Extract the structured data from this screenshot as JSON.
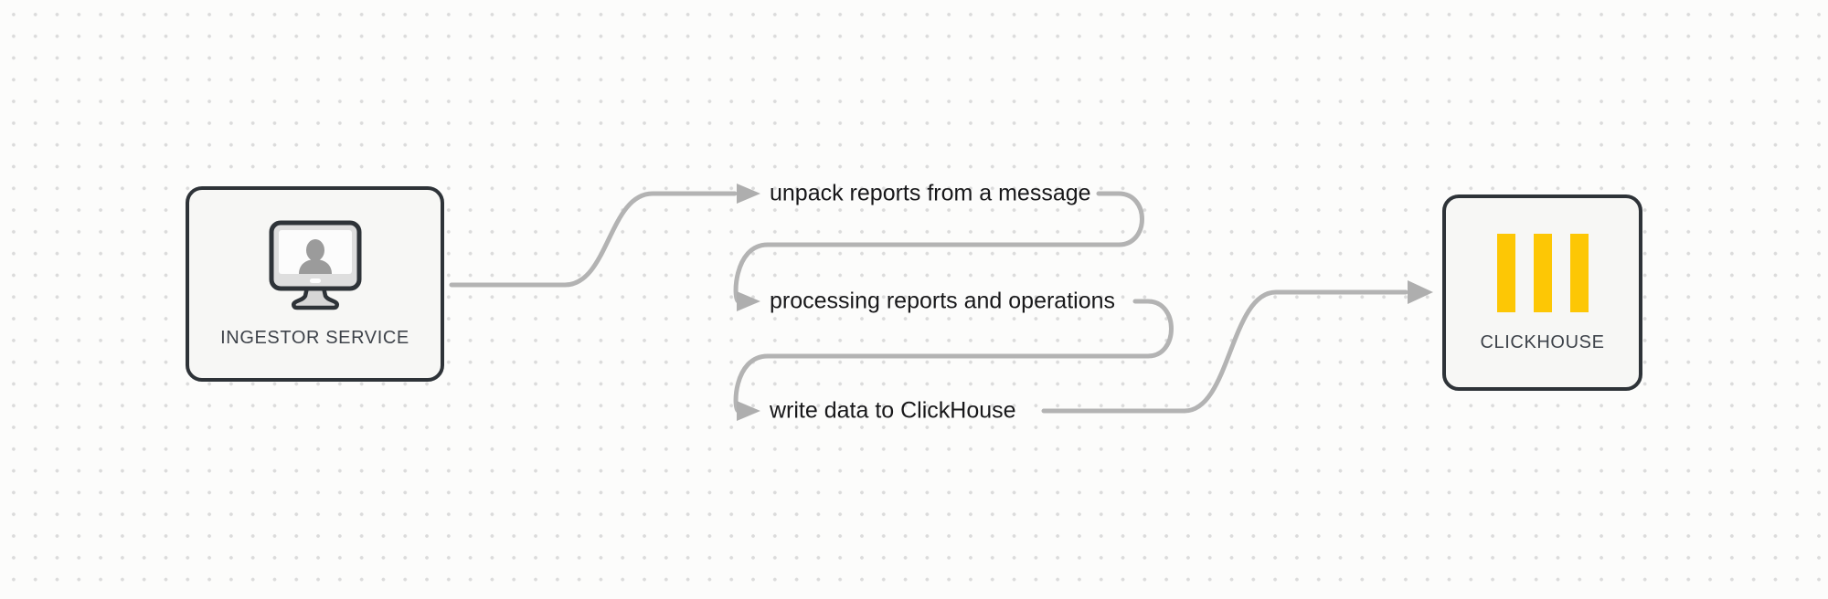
{
  "diagram": {
    "nodes": {
      "ingestor": {
        "label": "INGESTOR SERVICE",
        "icon": "monitor-user-icon"
      },
      "clickhouse": {
        "label": "CLICKHOUSE",
        "icon": "clickhouse-bars-logo-icon"
      }
    },
    "flow": {
      "from": "INGESTOR SERVICE",
      "to": "CLICKHOUSE",
      "steps": [
        {
          "label": "unpack reports from a message"
        },
        {
          "label": "processing reports and operations"
        },
        {
          "label": "write data to ClickHouse"
        }
      ]
    },
    "colors": {
      "connector_gray": "#b3b3b3",
      "node_border": "#2e3338",
      "node_fill": "#f7f7f5",
      "clickhouse_yellow": "#fdc705",
      "dot_grid": "#dbdbdb",
      "flow_text": "#18181a",
      "node_label_text": "#3e434a"
    }
  }
}
